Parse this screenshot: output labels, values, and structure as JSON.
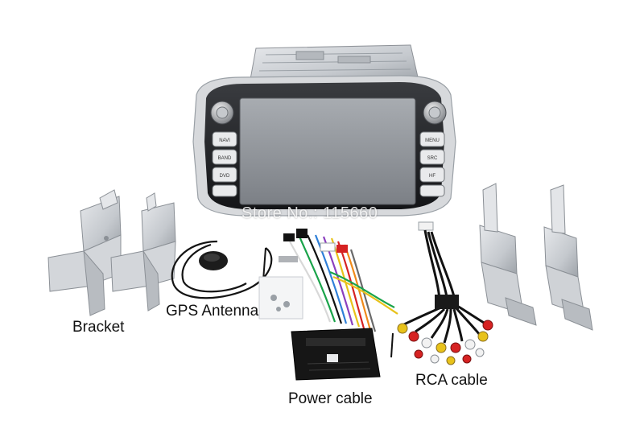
{
  "labels": {
    "bracket": "Bracket",
    "gps_antenna": "GPS Antenna",
    "power_cable": "Power cable",
    "rca_cable": "RCA cable"
  },
  "watermark": "Store No.: 115660",
  "unit_buttons": {
    "left": [
      "NAVI",
      "BAND",
      "DVD"
    ],
    "right": [
      "MENU",
      "SRC",
      "HF"
    ]
  },
  "colors": {
    "background": "#ffffff",
    "metal": "#c9ccd1",
    "bezel": "#1e1f22",
    "screen": "#8d9197",
    "cable_black": "#121212",
    "rca_red": "#d62222",
    "rca_yellow": "#e8c21a",
    "rca_white": "#f2f2f2"
  }
}
